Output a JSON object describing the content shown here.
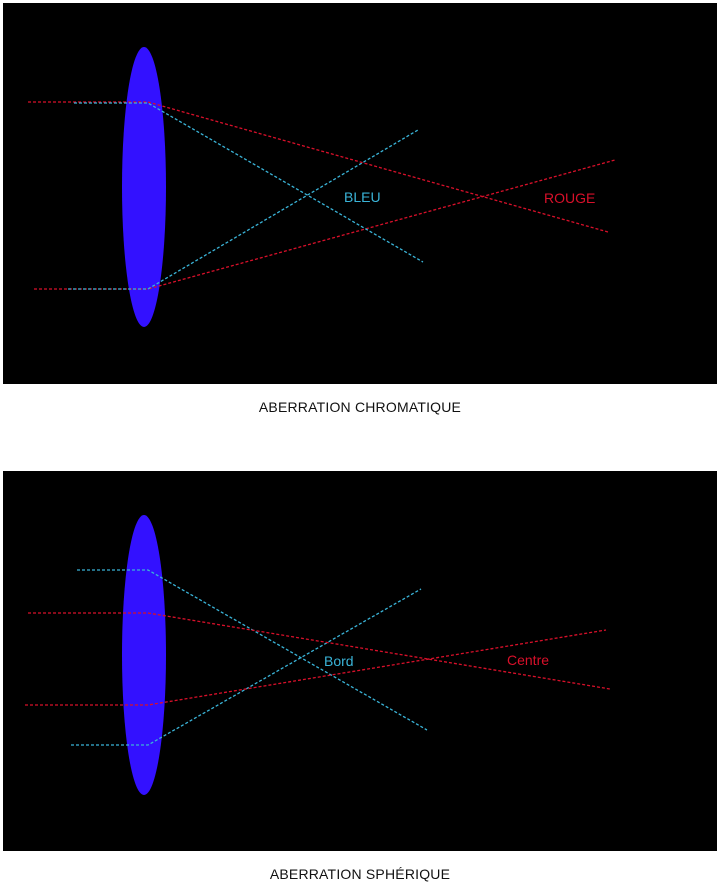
{
  "diagrams": [
    {
      "caption": "ABERRATION CHROMATIQUE",
      "labels": {
        "blue": "BLEU",
        "red": "ROUGE"
      }
    },
    {
      "caption": "ABERRATION SPHÉRIQUE",
      "labels": {
        "blue": "Bord",
        "red": "Centre"
      }
    }
  ],
  "colors": {
    "lens": "#3311ff",
    "blue_ray": "#3ab4d8",
    "red_ray": "#d8102a",
    "background": "#000000"
  }
}
